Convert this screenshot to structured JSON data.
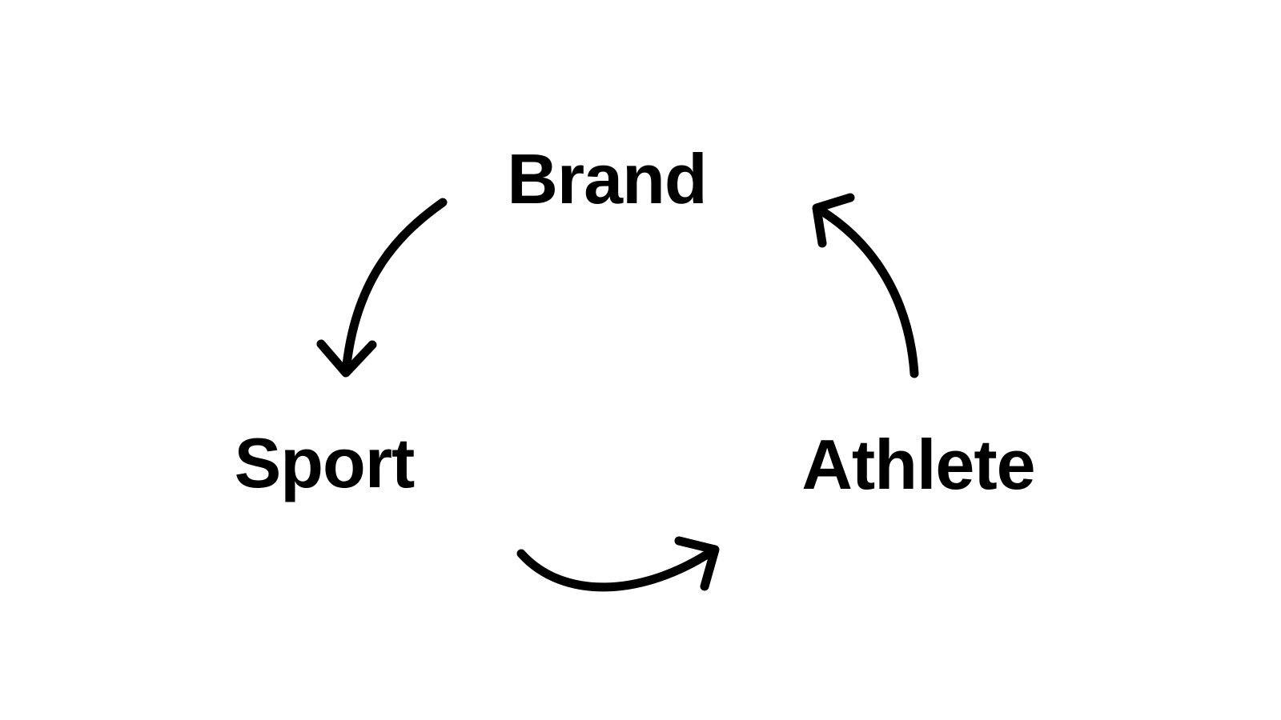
{
  "diagram": {
    "type": "cycle",
    "background_color": "#ffffff",
    "ink_color": "#000000",
    "nodes": [
      {
        "id": "brand",
        "label": "Brand",
        "position": "top-center"
      },
      {
        "id": "sport",
        "label": "Sport",
        "position": "bottom-left"
      },
      {
        "id": "athlete",
        "label": "Athlete",
        "position": "bottom-right"
      }
    ],
    "edges": [
      {
        "from": "brand",
        "to": "sport",
        "style": "curved-arrow"
      },
      {
        "from": "sport",
        "to": "athlete",
        "style": "curved-arrow"
      },
      {
        "from": "athlete",
        "to": "brand",
        "style": "curved-arrow"
      }
    ]
  }
}
